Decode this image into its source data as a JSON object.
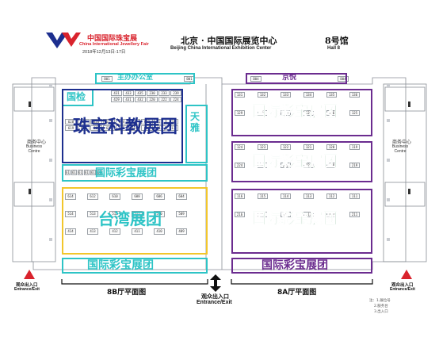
{
  "header": {
    "logo_cn": "中国国际珠宝展",
    "logo_en": "China International Jewellery Fair",
    "dates": "2018年12月13日-17日",
    "venue_cn": "北京 · 中国国际展览中心",
    "venue_en": "Beijing China International Exhibition Center",
    "hall_cn": "8号馆",
    "hall_en": "Hall 8"
  },
  "zones": {
    "office": "主办办公室",
    "inspection": "国检",
    "research": "珠宝科教展团",
    "tianya": "天雅",
    "intl_left_upper": "国际彩宝展团",
    "taiwan": "台湾展团",
    "intl_left_lower": "国际彩宝展团",
    "ruby": "国际彩宝展团",
    "intl_right_1": "国际彩宝展团",
    "intl_right_2": "国际彩宝展团",
    "intl_right_3": "国际彩宝展团",
    "intl_right_bottom": "国际彩宝展团",
    "right_top": "京悦"
  },
  "side": {
    "left_cn": "商务中心",
    "left_en": "Business Centre",
    "right_cn": "商务中心",
    "right_en": "Business Centre"
  },
  "halls": {
    "left": "8B厅平面图",
    "right": "8A厅平面图"
  },
  "exits": {
    "left_cn": "观众出入口",
    "left_en": "Entrance/Exit",
    "center_cn": "观众出入口",
    "center_en": "Entrance/Exit",
    "right_cn": "观众出入口",
    "right_en": "Entrance/Exit"
  },
  "legend": {
    "line1": "注：1.展位号",
    "line2": "2.服务台",
    "line3": "3.出入口"
  },
  "colors": {
    "teal": "#2ec4c6",
    "navy": "#1d2f8f",
    "purple": "#6b2c8f",
    "yellow": "#f2c62b",
    "green_text": "#1a7a3a",
    "logo_red": "#d9232d"
  },
  "booths": {
    "office_row": [
      "B01",
      "B01"
    ],
    "right_top_row": [
      "B04",
      "B04"
    ],
    "left_top": [
      "431",
      "433",
      "435",
      "230",
      "233",
      "239",
      "429",
      "431",
      "432",
      "220",
      "222",
      "224"
    ],
    "left_mid": [
      "628",
      "627",
      "626",
      "625",
      "624",
      "623",
      "622",
      "621",
      "620",
      "619",
      "618",
      "617",
      "616",
      "615",
      "614",
      "613",
      "612",
      "611"
    ],
    "left_intl": [
      "619",
      "617",
      "615",
      "613",
      "611",
      "609"
    ],
    "left_taiwan": [
      "614",
      "612",
      "610",
      "608",
      "606",
      "604",
      "514",
      "513",
      "512",
      "511",
      "510",
      "509",
      "414",
      "413",
      "412",
      "411",
      "410",
      "409"
    ],
    "right_block_1": [
      "131",
      "132",
      "133",
      "134",
      "135",
      "136",
      "129",
      "130",
      "128",
      "127",
      "126",
      "125"
    ],
    "right_block_2": [
      "124",
      "123",
      "122",
      "121",
      "120",
      "119",
      "224",
      "223",
      "222",
      "221",
      "220",
      "219"
    ],
    "right_block_3": [
      "116",
      "115",
      "114",
      "113",
      "112",
      "111",
      "216",
      "215",
      "214",
      "213",
      "212",
      "211"
    ]
  }
}
